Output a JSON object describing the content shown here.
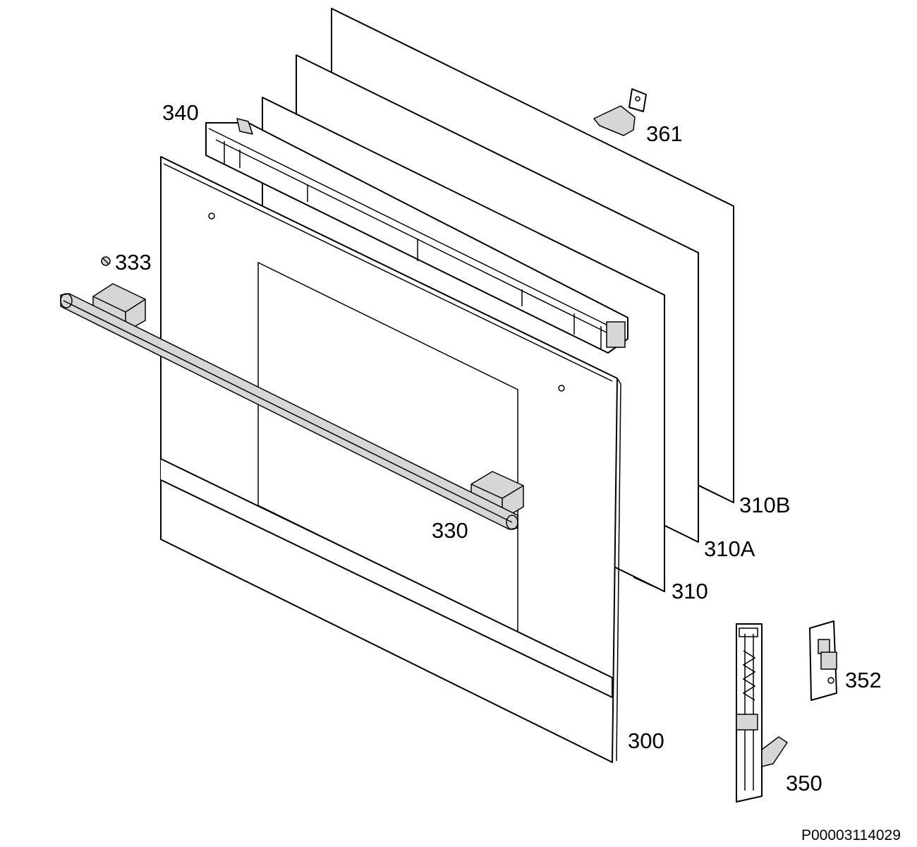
{
  "labels": {
    "p340": "340",
    "p361": "361",
    "p333": "333",
    "p310b": "310B",
    "p310a": "310A",
    "p310": "310",
    "p330": "330",
    "p300": "300",
    "p352": "352",
    "p350": "350"
  },
  "drawing_code": "P00003114029"
}
